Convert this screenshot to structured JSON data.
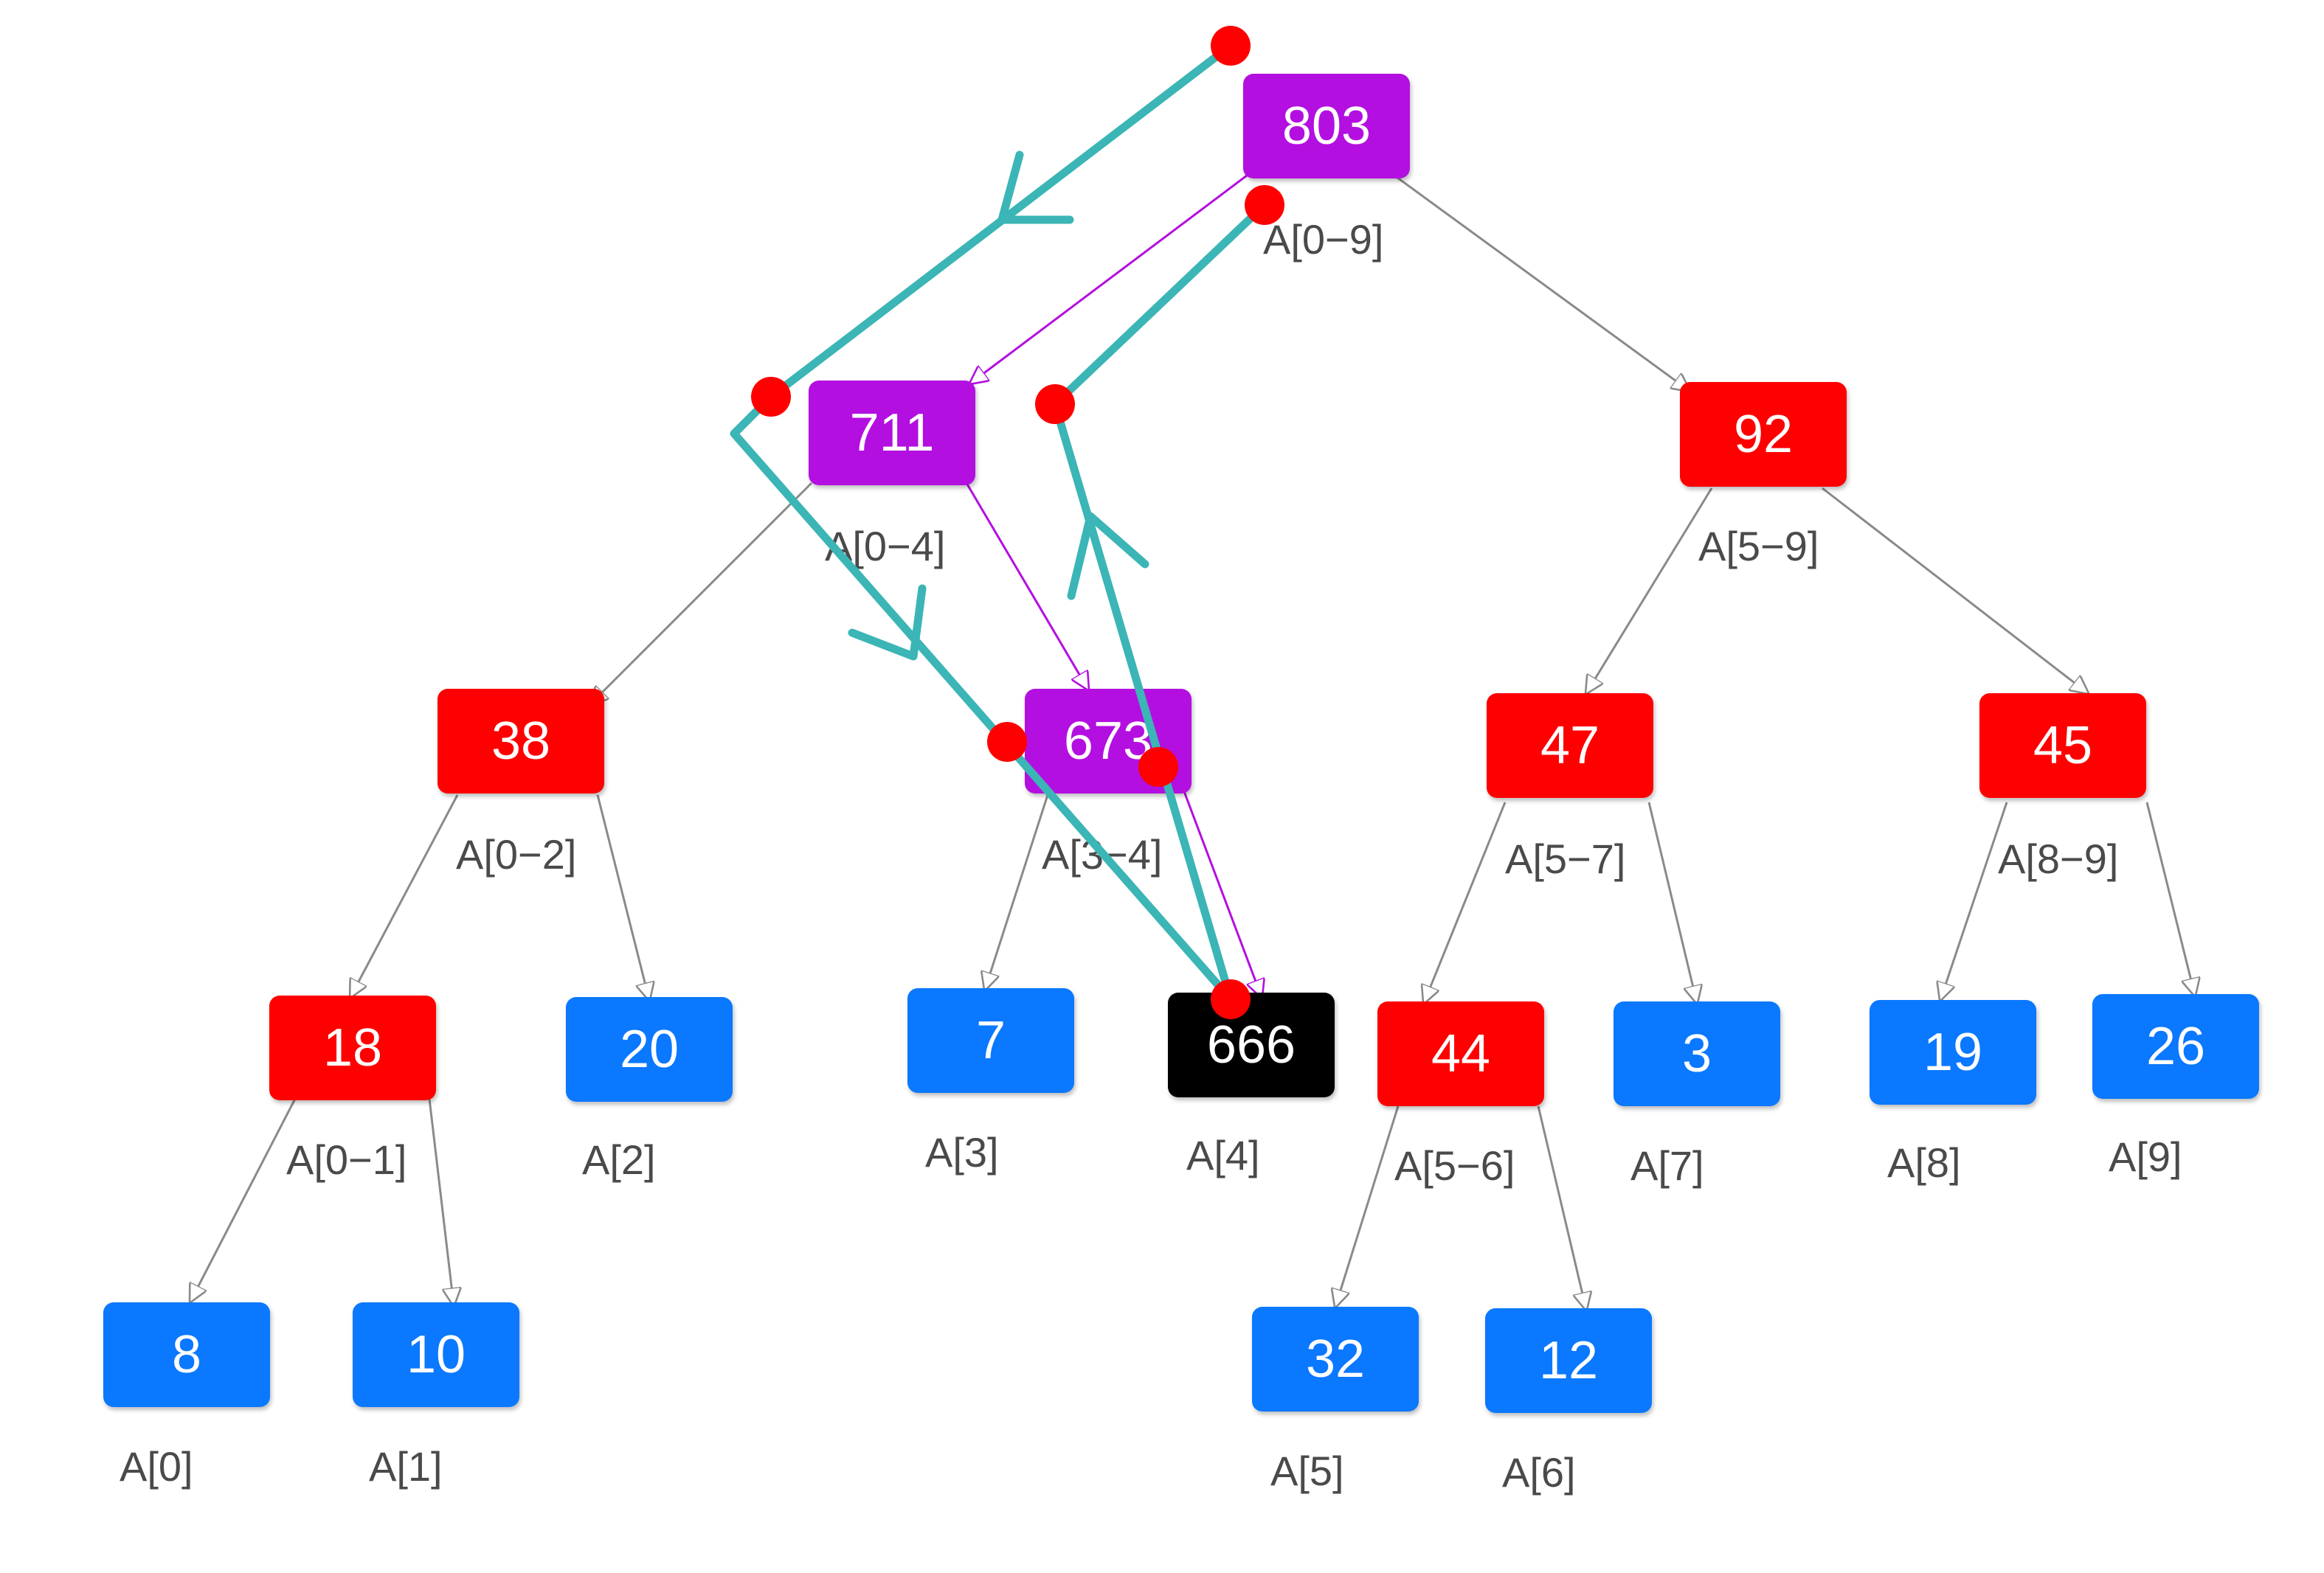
{
  "nodes": {
    "n803": {
      "value": "803",
      "range": "A[0−9]"
    },
    "n711": {
      "value": "711",
      "range": "A[0−4]"
    },
    "n92": {
      "value": "92",
      "range": "A[5−9]"
    },
    "n38": {
      "value": "38",
      "range": "A[0−2]"
    },
    "n673": {
      "value": "673",
      "range": "A[3−4]"
    },
    "n47": {
      "value": "47",
      "range": "A[5−7]"
    },
    "n45": {
      "value": "45",
      "range": "A[8−9]"
    },
    "n18": {
      "value": "18",
      "range": "A[0−1]"
    },
    "n20": {
      "value": "20",
      "range": "A[2]"
    },
    "n7": {
      "value": "7",
      "range": "A[3]"
    },
    "n666": {
      "value": "666",
      "range": "A[4]"
    },
    "n44": {
      "value": "44",
      "range": "A[5−6]"
    },
    "n3": {
      "value": "3",
      "range": "A[7]"
    },
    "n19": {
      "value": "19",
      "range": "A[8]"
    },
    "n26": {
      "value": "26",
      "range": "A[9]"
    },
    "n8": {
      "value": "8",
      "range": "A[0]"
    },
    "n10": {
      "value": "10",
      "range": "A[1]"
    },
    "n32": {
      "value": "32",
      "range": "A[5]"
    },
    "n12": {
      "value": "12",
      "range": "A[6]"
    }
  },
  "colors": {
    "updated_path": "#b30fe0",
    "internal": "#ff0000",
    "leaf": "#0a78ff",
    "target_leaf": "#000000",
    "traversal": "#3bb5b5",
    "marker": "#ff0000",
    "edge": "#8a8a8a"
  }
}
